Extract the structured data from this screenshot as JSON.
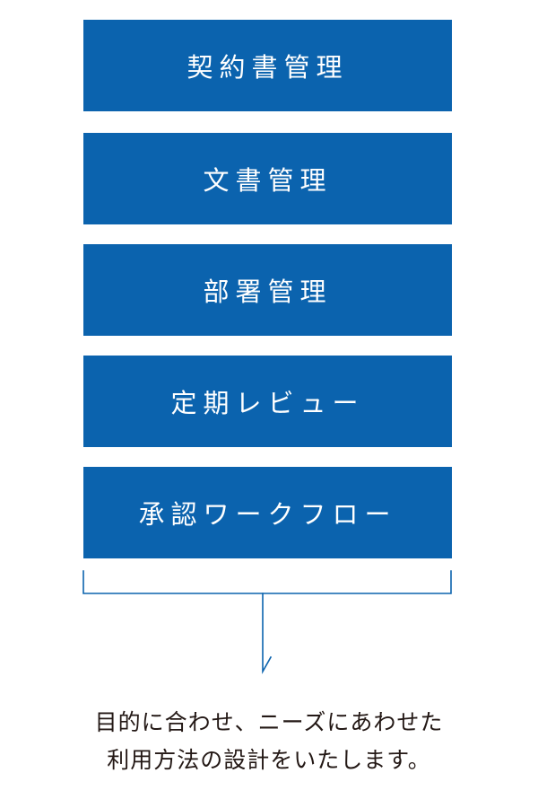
{
  "colors": {
    "box_background": "#0b63ae",
    "box_text": "#ffffff",
    "connector_line": "#0b63ae",
    "caption_text": "#231815"
  },
  "boxes": [
    {
      "label": "契約書管理"
    },
    {
      "label": "文書管理"
    },
    {
      "label": "部署管理"
    },
    {
      "label": "定期レビュー"
    },
    {
      "label": "承認ワークフロー"
    }
  ],
  "caption": {
    "line1": "目的に合わせ、ニーズにあわせた",
    "line2": "利用方法の設計をいたします。"
  }
}
